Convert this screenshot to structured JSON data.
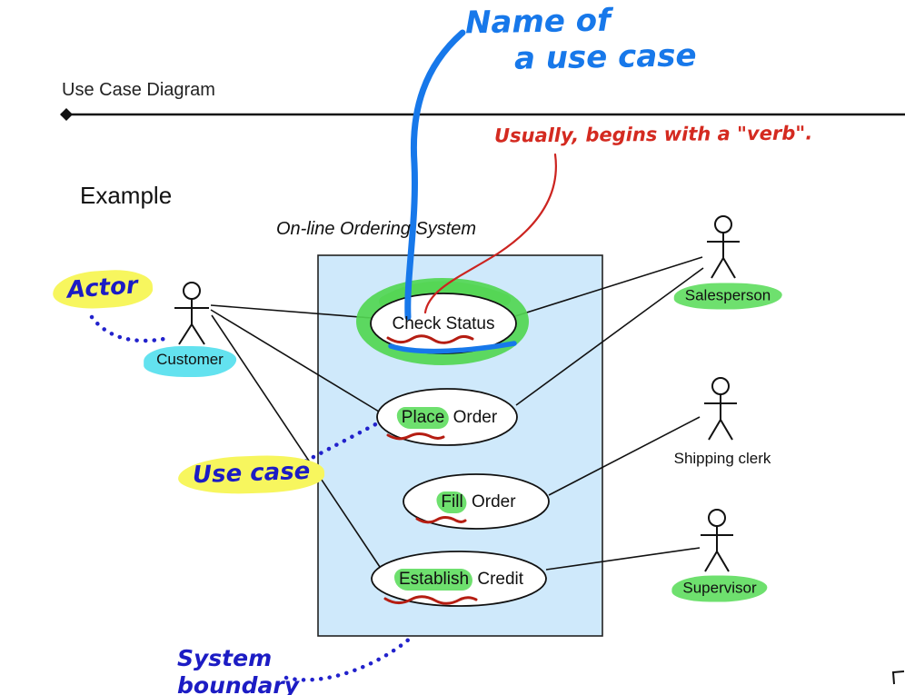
{
  "header": {
    "title": "Use Case Diagram"
  },
  "annotations": {
    "name_of_line1": "Name of",
    "name_of_line2": "a use case",
    "verb_note": "Usually, begins with a \"verb\".",
    "example_label": "Example",
    "actor_label": "Actor",
    "use_case_label": "Use case",
    "system_boundary_line1": "System",
    "system_boundary_line2": "boundary"
  },
  "diagram": {
    "system_title": "On-line Ordering System",
    "use_cases": [
      {
        "hl": "",
        "text": "Check Status"
      },
      {
        "hl": "Place",
        "text": " Order"
      },
      {
        "hl": "Fill",
        "text": " Order"
      },
      {
        "hl": "Establish",
        "text": " Credit"
      }
    ],
    "actors": [
      {
        "name": "Customer",
        "highlight": "cyan"
      },
      {
        "name": "Salesperson",
        "highlight": "green"
      },
      {
        "name": "Shipping clerk",
        "highlight": "none"
      },
      {
        "name": "Supervisor",
        "highlight": "green"
      }
    ]
  },
  "colors": {
    "system_box_fill": "#cfe9fb",
    "highlight_green": "#6ee06e",
    "highlight_yellow": "#f7f65e",
    "highlight_cyan": "#63e2ef",
    "pen_blue": "#1778ea",
    "pen_dark_blue": "#1c1cc4",
    "pen_red": "#d42a20",
    "stroke_black": "#111111"
  }
}
